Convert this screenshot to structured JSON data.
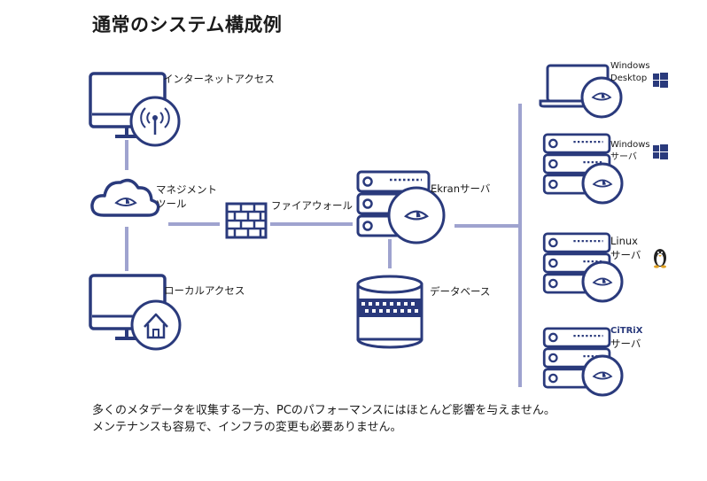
{
  "title": "通常のシステム構成例",
  "labels": {
    "internet_access": "インターネットアクセス",
    "management_tool": "マネジメント\nツール",
    "local_access": "ローカルアクセス",
    "firewall": "ファイアウォール",
    "ekran_server": "Ekranサーバ",
    "database": "データベース",
    "windows_desktop": "Windows\nDesktop",
    "windows_server": "Windows\nサーバ",
    "linux_server": "Linux\nサーバ",
    "citrix_logo": "CiTRiX",
    "citrix_server": "サーバ"
  },
  "description": {
    "line1": "多くのメタデータを収集する一方、PCのパフォーマンスにはほとんど影響を与えません。",
    "line2": "メンテナンスも容易で、インフラの変更も必要ありません。"
  },
  "colors": {
    "icon_stroke": "#2a3a7c",
    "connector": "#9fa3cf"
  }
}
